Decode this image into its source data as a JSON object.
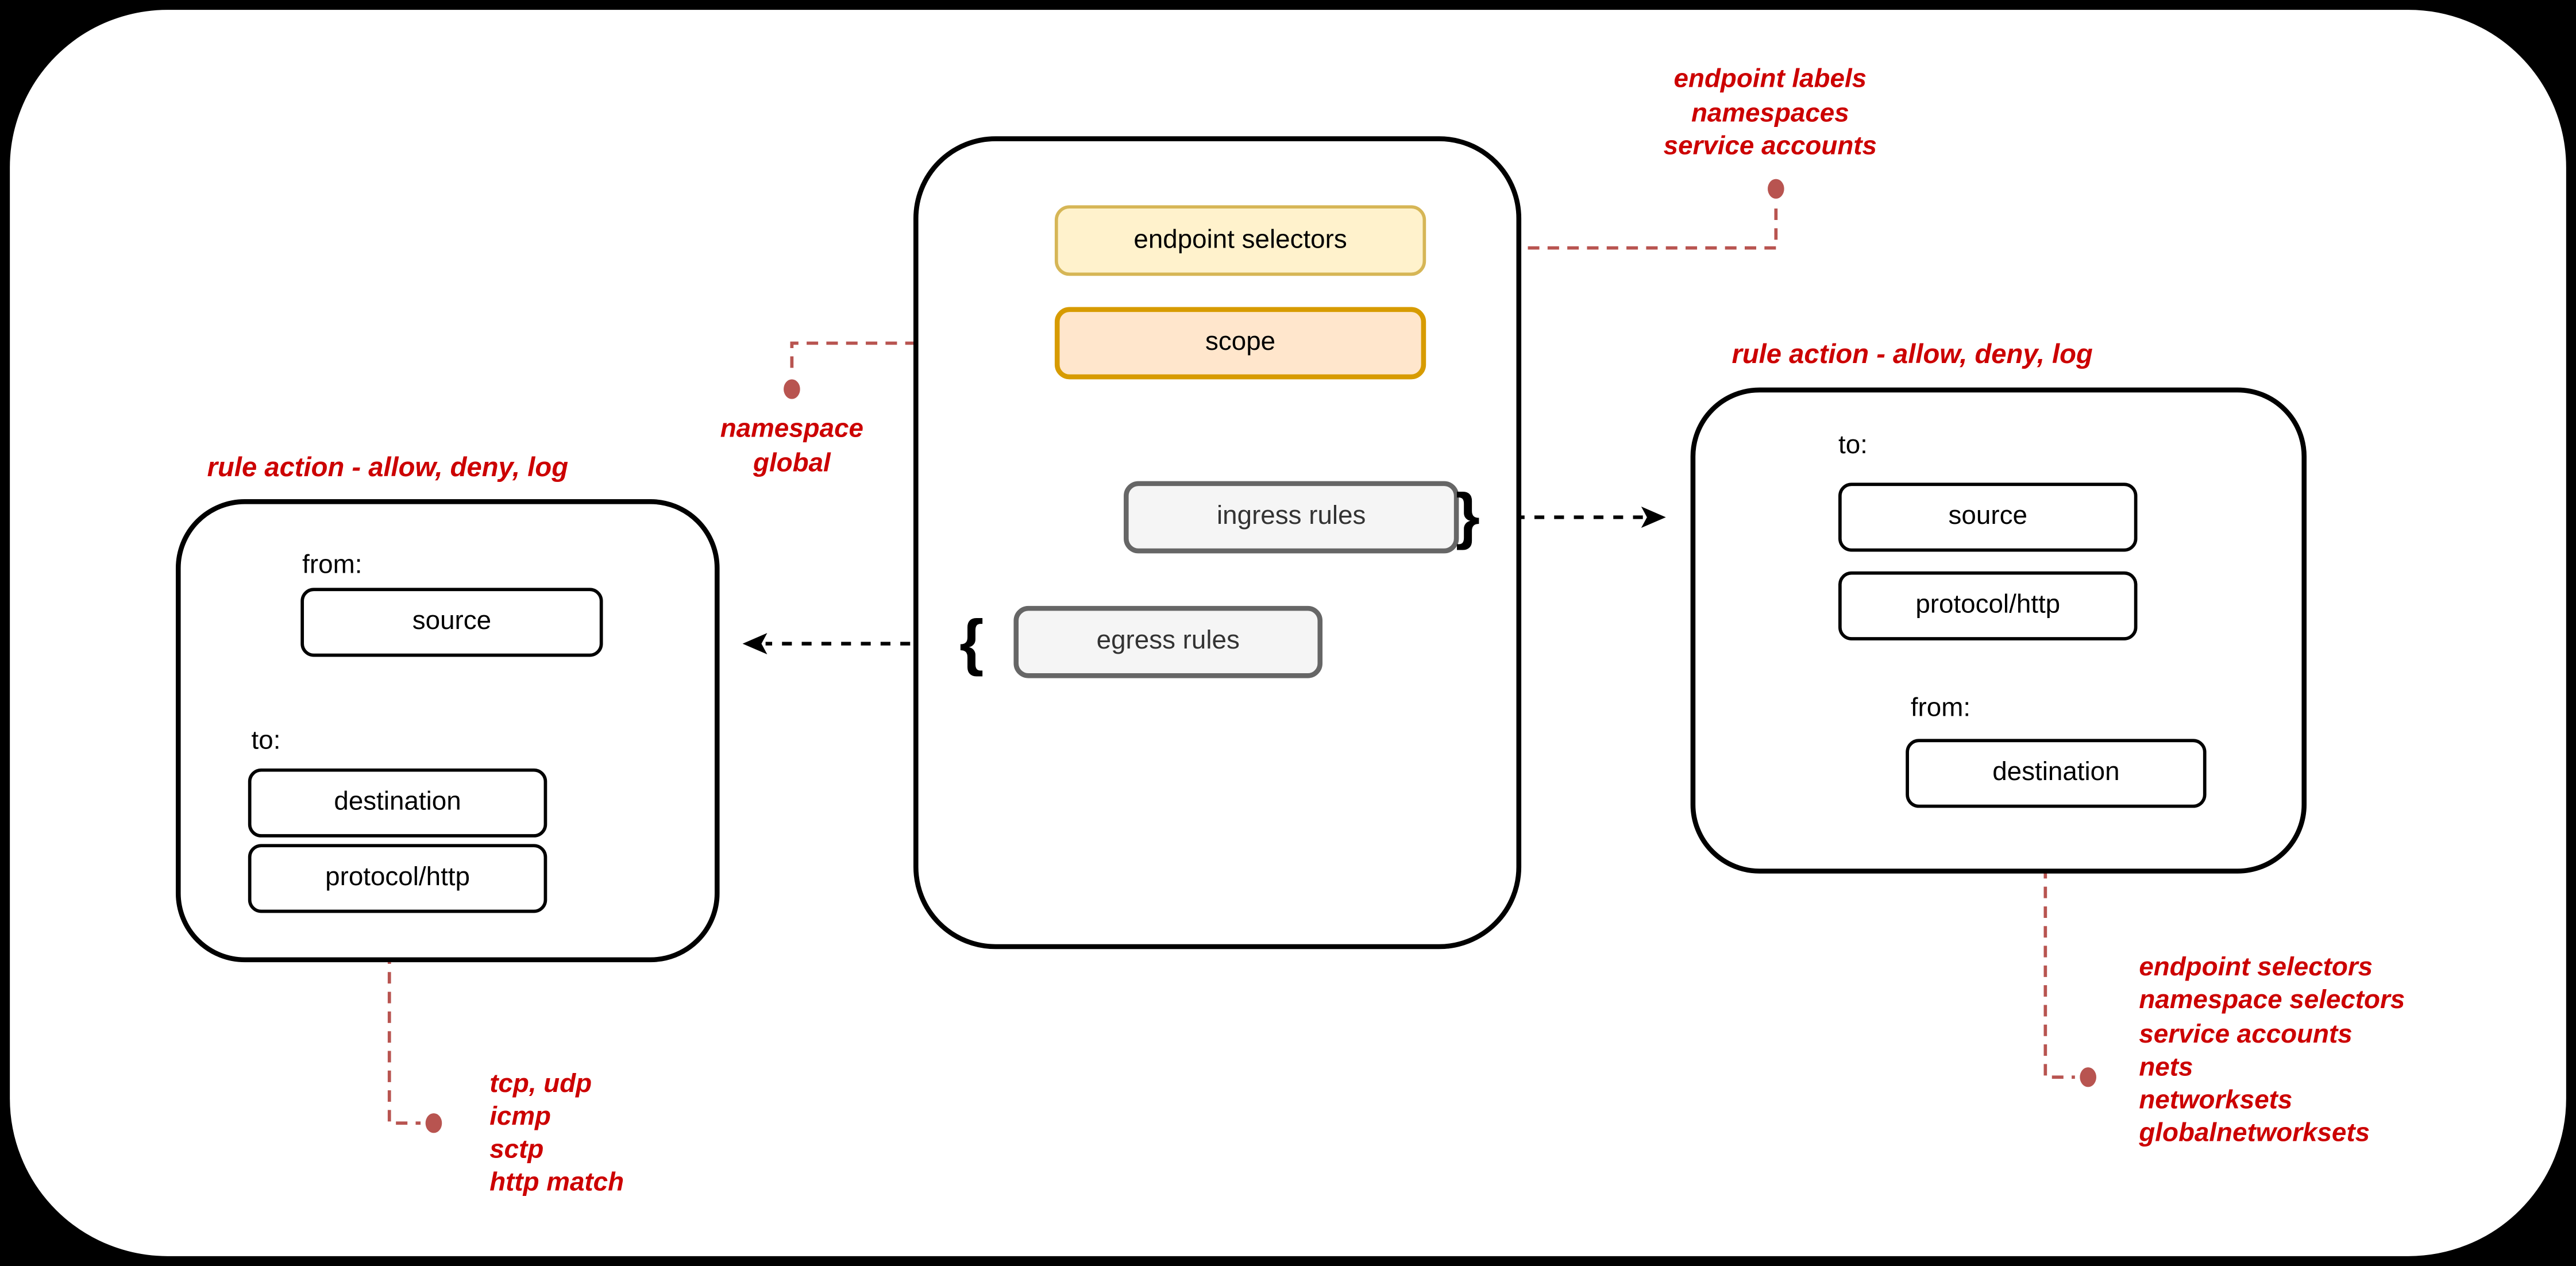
{
  "colors": {
    "page_bg": "#000000",
    "canvas_bg": "#ffffff",
    "annotation_red": "#cc0000",
    "leader_rose": "#b85450",
    "arrow_black": "#000000",
    "yellow_fill": "#fff2cc",
    "yellow_border": "#d6b656",
    "orange_fill": "#ffe6cc",
    "orange_border": "#d79b00",
    "gray_fill": "#f5f5f5",
    "gray_border": "#666666"
  },
  "policy": {
    "endpoint_selectors": "endpoint selectors",
    "scope": "scope",
    "ingress_rules": "ingress rules",
    "egress_rules": "egress rules",
    "brace_open": "{",
    "brace_close": "}"
  },
  "egress_rule_box": {
    "action_note": "rule action - allow, deny, log",
    "from_label": "from:",
    "source": "source",
    "to_label": "to:",
    "destination": "destination",
    "protocol": "protocol/http"
  },
  "ingress_rule_box": {
    "action_note": "rule action - allow, deny, log",
    "to_label": "to:",
    "source": "source",
    "protocol": "protocol/http",
    "from_label": "from:",
    "destination": "destination"
  },
  "annotations": {
    "endpoint_note": {
      "lines": [
        "endpoint labels",
        "namespaces",
        "service accounts"
      ]
    },
    "scope_note": {
      "lines": [
        "namespace",
        "global"
      ]
    },
    "protocol_note": {
      "lines": [
        "tcp, udp",
        "icmp",
        "sctp",
        "http match"
      ]
    },
    "destination_note": {
      "lines": [
        "endpoint selectors",
        "namespace selectors",
        "service accounts",
        "nets",
        "networksets",
        "globalnetworksets"
      ]
    }
  }
}
